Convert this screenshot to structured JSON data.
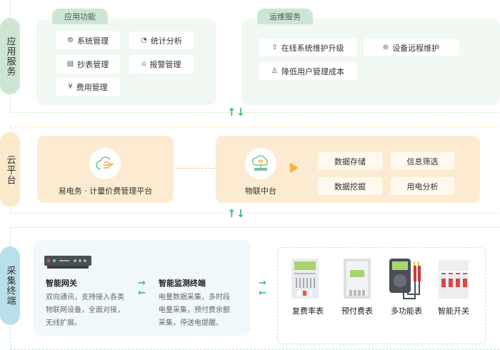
{
  "sections": {
    "app": {
      "label": "应用服务",
      "func_panel": {
        "title": "应用功能",
        "items": [
          {
            "label": "系统管理",
            "icon": "gear-icon"
          },
          {
            "label": "统计分析",
            "icon": "pie-chart-icon"
          },
          {
            "label": "抄表管理",
            "icon": "clipboard-icon"
          },
          {
            "label": "报警管理",
            "icon": "alarm-icon"
          },
          {
            "label": "费用管理",
            "icon": "yen-icon"
          }
        ]
      },
      "ops_panel": {
        "title": "运维服务",
        "items": [
          {
            "label": "在线系统维护升级",
            "icon": "upgrade-icon"
          },
          {
            "label": "设备远程维护",
            "icon": "remote-icon"
          },
          {
            "label": "降低用户管理成本",
            "icon": "user-icon"
          }
        ]
      }
    },
    "cloud": {
      "label": "云平台",
      "platform": {
        "label": "易电务 · 计量价费管理平台",
        "icon": "cloud-data-icon"
      },
      "iot": {
        "label": "物联中台",
        "icon": "cloud-wifi-icon",
        "items": [
          "数据存储",
          "信息筛选",
          "数据挖掘",
          "用电分析"
        ]
      }
    },
    "collect": {
      "label": "采集终端",
      "gateway": {
        "title": "智能网关",
        "desc": [
          "双向通讯，支持接入各类",
          "物联网设备，全面对接，",
          "无线扩展。"
        ]
      },
      "monitor": {
        "title": "智能监测终端",
        "desc": [
          "电量数据采集，多时段",
          "电量采集，预付费余额",
          "采集，停送电提醒。"
        ]
      },
      "devices": [
        "复费率表",
        "预付费表",
        "多功能表",
        "智能开关"
      ]
    }
  },
  "colors": {
    "green": "#cde6d3",
    "orange": "#fbe9cc",
    "blue": "#b9e0ea",
    "arrow": "#49b787"
  }
}
